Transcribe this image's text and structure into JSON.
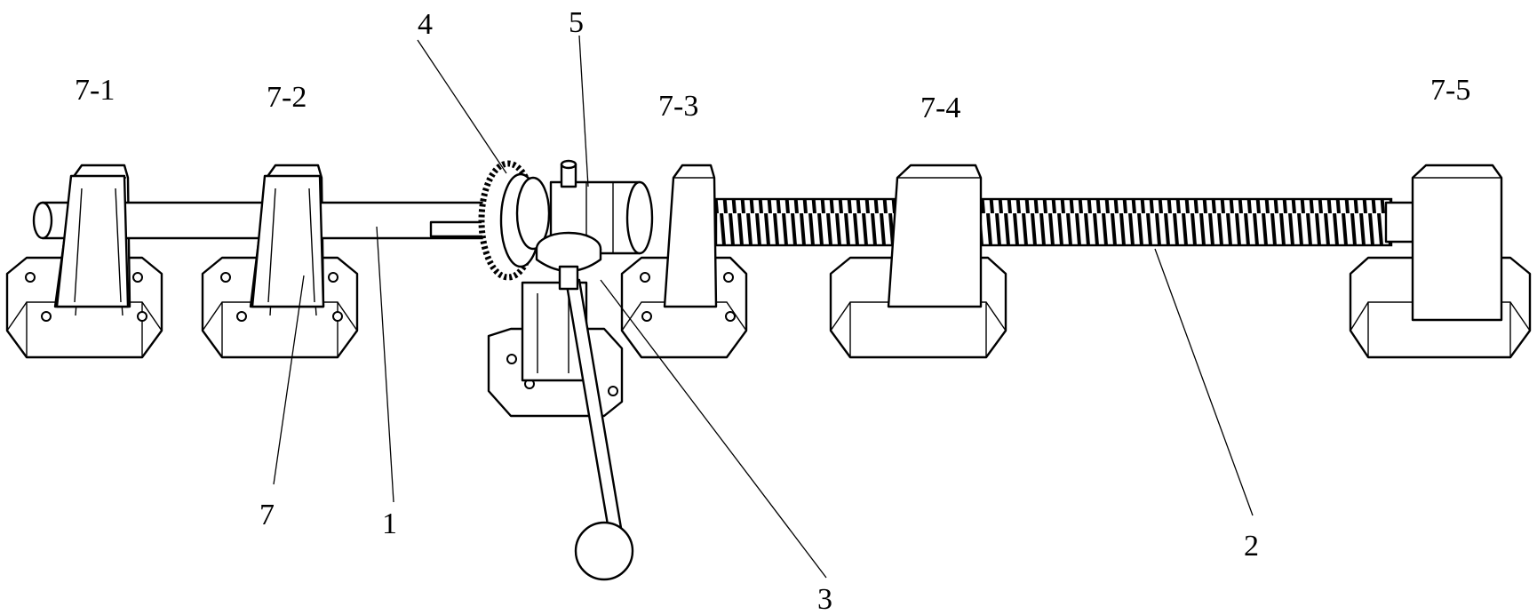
{
  "figure": {
    "labels": {
      "l71": "7-1",
      "l72": "7-2",
      "l73": "7-3",
      "l74": "7-4",
      "l75": "7-5",
      "l4": "4",
      "l5": "5",
      "l1": "1",
      "l7": "7",
      "l3": "3",
      "l2": "2"
    },
    "line_color": "#000000",
    "background": "#ffffff"
  }
}
